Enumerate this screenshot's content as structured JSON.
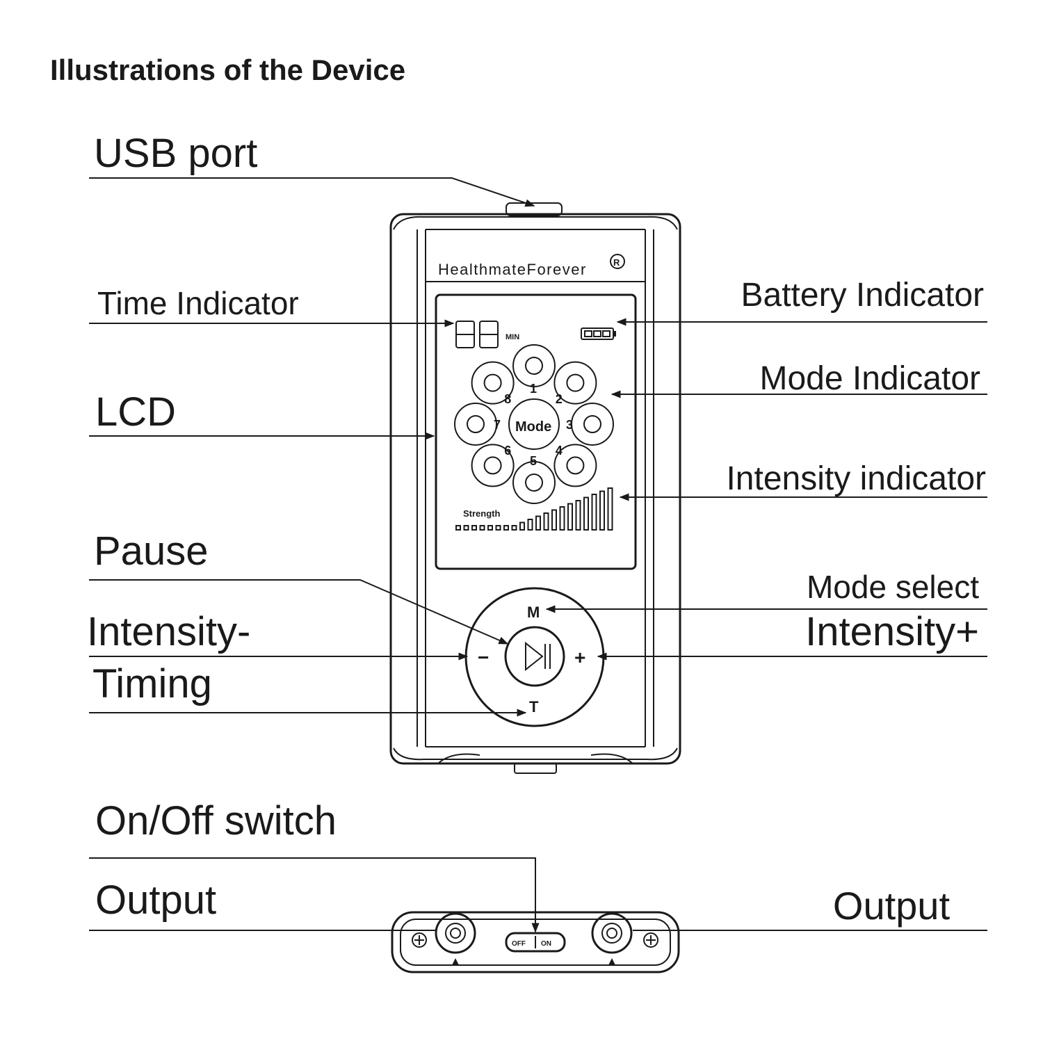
{
  "title": "Illustrations of the Device",
  "labels": {
    "usb_port": "USB  port",
    "time_indicator": "Time Indicator",
    "lcd": "LCD",
    "pause": "Pause",
    "intensity_minus": "Intensity-",
    "timing": "Timing",
    "battery_indicator": "Battery Indicator",
    "mode_indicator": "Mode Indicator",
    "intensity_indicator": "Intensity indicator",
    "mode_select": "Mode select",
    "intensity_plus": "Intensity+",
    "on_off_switch": "On/Off  switch",
    "output_left": "Output",
    "output_right": "Output"
  },
  "device": {
    "brand": "HealthmateForever",
    "registered": "R",
    "lcd": {
      "time_digits": "88",
      "time_unit": "MIN",
      "strength_label": "Strength",
      "mode_center": "Mode",
      "mode_numbers": [
        "1",
        "2",
        "3",
        "4",
        "5",
        "6",
        "7",
        "8"
      ],
      "strength_levels": 20
    },
    "buttons": {
      "mode": "M",
      "timing": "T",
      "minus": "−",
      "plus": "+"
    },
    "switch": {
      "off": "OFF",
      "on": "ON"
    }
  }
}
